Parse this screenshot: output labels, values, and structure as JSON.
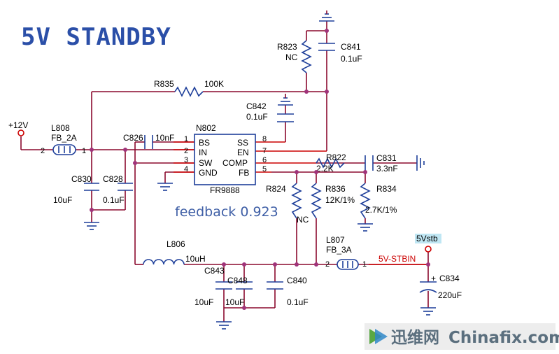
{
  "title": "5V STANDBY",
  "ic": {
    "ref": "N802",
    "part": "FR9888",
    "left_pins": [
      {
        "num": "1",
        "name": "BS"
      },
      {
        "num": "2",
        "name": "IN"
      },
      {
        "num": "3",
        "name": "SW"
      },
      {
        "num": "4",
        "name": "GND"
      }
    ],
    "right_pins": [
      {
        "num": "8",
        "name": "SS"
      },
      {
        "num": "7",
        "name": "EN"
      },
      {
        "num": "6",
        "name": "COMP"
      },
      {
        "num": "5",
        "name": "FB"
      }
    ]
  },
  "components": {
    "r823": {
      "ref": "R823",
      "value": "NC"
    },
    "c841": {
      "ref": "C841",
      "value": "0.1uF"
    },
    "r835": {
      "ref": "R835",
      "value": "100K"
    },
    "c842": {
      "ref": "C842",
      "value": "0.1uF"
    },
    "c826": {
      "ref": "C826",
      "value": "10nF"
    },
    "l808": {
      "ref": "L808",
      "value": "FB_2A",
      "pin_a": "2",
      "pin_b": "1"
    },
    "c830": {
      "ref": "C830",
      "value": "10uF"
    },
    "c828": {
      "ref": "C828",
      "value": "0.1uF"
    },
    "r822": {
      "ref": "R822",
      "value": "2.2K"
    },
    "c831": {
      "ref": "C831",
      "value": "3.3nF"
    },
    "r824": {
      "ref": "R824",
      "value": "NC"
    },
    "r836": {
      "ref": "R836",
      "value": "12K/1%"
    },
    "r834": {
      "ref": "R834",
      "value": "2.7K/1%"
    },
    "l806": {
      "ref": "L806",
      "value": "10uH"
    },
    "c843": {
      "ref": "C843",
      "value": "10uF"
    },
    "c848": {
      "ref": "C848",
      "value": "10uF"
    },
    "c840": {
      "ref": "C840",
      "value": "0.1uF"
    },
    "l807": {
      "ref": "L807",
      "value": "FB_3A",
      "pin_a": "2",
      "pin_b": "1"
    },
    "c834": {
      "ref": "C834",
      "value": "220uF",
      "polarity": "+"
    }
  },
  "nets": {
    "input": "+12V",
    "output_net": "5V-STBIN",
    "output_port": "5Vstb"
  },
  "annotation": "feedback 0.923",
  "watermark": {
    "cn": "迅维网",
    "en": "Chinafix.com"
  }
}
